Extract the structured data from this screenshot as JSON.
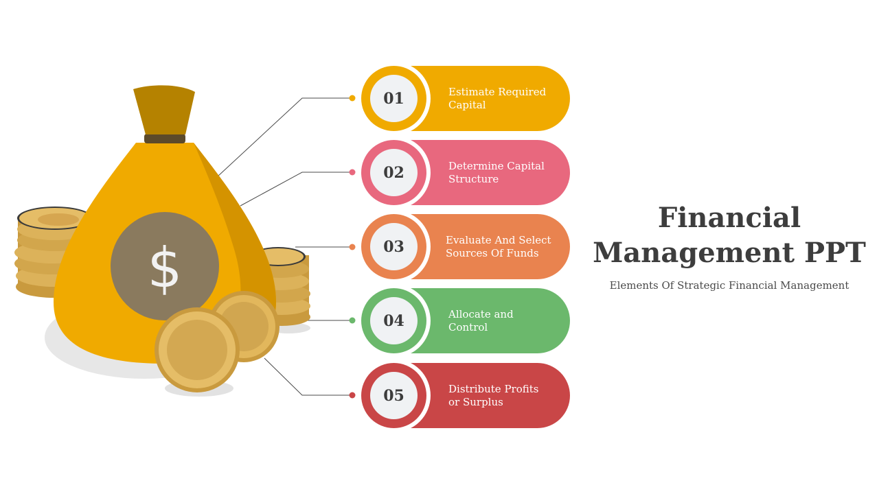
{
  "slide": {
    "title_line1": "Financial",
    "title_line2": "Management PPT",
    "subtitle": "Elements Of Strategic Financial Management"
  },
  "bag": {
    "symbol": "$"
  },
  "steps": [
    {
      "number": "01",
      "text": "Estimate Required Capital",
      "color": "#F0AA00"
    },
    {
      "number": "02",
      "text": "Determine Capital Structure",
      "color": "#E8687E"
    },
    {
      "number": "03",
      "text": "Evaluate And Select Sources Of Funds",
      "color": "#E9834F"
    },
    {
      "number": "04",
      "text": "Allocate and Control",
      "color": "#6BB86C"
    },
    {
      "number": "05",
      "text": "Distribute Profits or Surplus",
      "color": "#C94647"
    }
  ],
  "icons": [
    "money-bag-icon",
    "coin-stack-icon",
    "coin-icon"
  ]
}
